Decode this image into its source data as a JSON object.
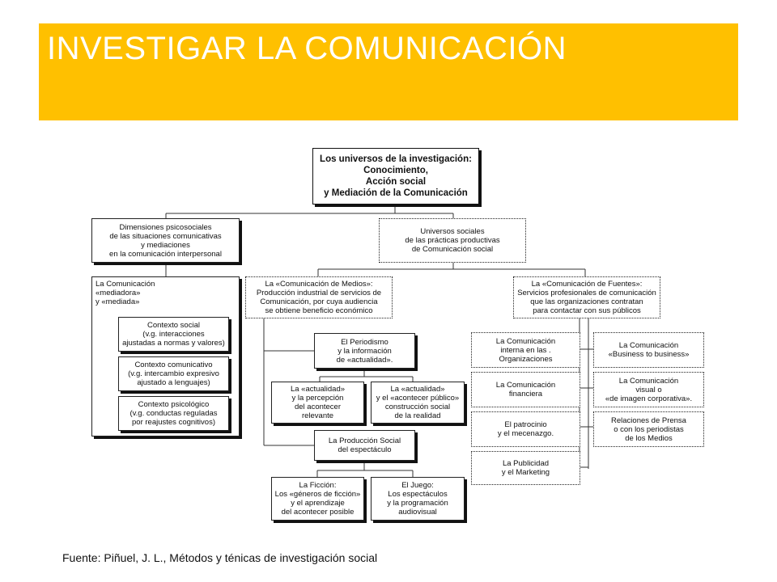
{
  "slide": {
    "title": "INVESTIGAR LA COMUNICACIÓN",
    "accent_color": "#ffc000",
    "source_label": "Fuente: Piñuel",
    "source_citation": ", J. L., Métodos y ténicas de investigación social"
  },
  "diagram": {
    "root": [
      "Los universos de la investigación:",
      "Conocimiento,",
      "Acción social",
      "y Mediación de la Comunicación"
    ],
    "dimensiones": [
      "Dimensiones psicosociales",
      "de las situaciones comunicativas",
      "y mediaciones",
      "en la comunicación interpersonal"
    ],
    "universos": [
      "Universos sociales",
      "de las prácticas productivas",
      "de Comunicación social"
    ],
    "mediadora": [
      "La Comunicación",
      "«mediadora»",
      "y «mediada»"
    ],
    "contexto_social": [
      "Contexto social",
      "(v.g. interacciones",
      "ajustadas a normas y valores)"
    ],
    "contexto_comunicativo": [
      "Contexto comunicativo",
      "(v.g. intercambio expresivo",
      "ajustado a lenguajes)"
    ],
    "contexto_psicologico": [
      "Contexto psicológico",
      "(v.g. conductas reguladas",
      "por reajustes cognitivos)"
    ],
    "medios": [
      "La «Comunicación de Medios»:",
      "Producción industrial de servicios de",
      "Comunicación, por cuya audiencia",
      "se obtiene beneficio económico"
    ],
    "fuentes": [
      "La «Comunicación de Fuentes»:",
      "Servicios profesionales de comunicación",
      "que las organizaciones contratan",
      "para contactar con sus públicos"
    ],
    "periodismo": [
      "El Periodismo",
      "y la información",
      "de «actualidad»."
    ],
    "actualidad_percepcion": [
      "La «actualidad»",
      "y la percepción",
      "del acontecer",
      "relevante"
    ],
    "actualidad_publico": [
      "La «actualidad»",
      "y el «acontecer público»",
      "construcción social",
      "de la realidad"
    ],
    "produccion_social": [
      "La Producción Social",
      "del espectáculo"
    ],
    "ficcion": [
      "La Ficción:",
      "Los «géneros de ficción»",
      "y el aprendizaje",
      "del acontecer posible"
    ],
    "juego": [
      "El Juego:",
      "Los espectáculos",
      "y la programación",
      "audiovisual"
    ],
    "interna": [
      "La Comunicación",
      "interna en las .",
      "Organizaciones"
    ],
    "financiera": [
      "La Comunicación",
      "financiera"
    ],
    "patrocinio": [
      "El patrocinio",
      "y el mecenazgo."
    ],
    "publicidad": [
      "La Publicidad",
      "y el Marketing"
    ],
    "b2b": [
      "La Comunicación",
      "«Business to business»"
    ],
    "visual": [
      "La Comunicación",
      "visual o",
      "«de imagen corporativa»."
    ],
    "prensa": [
      "Relaciones de Prensa",
      "o con los periodistas",
      "de los Medios"
    ]
  }
}
